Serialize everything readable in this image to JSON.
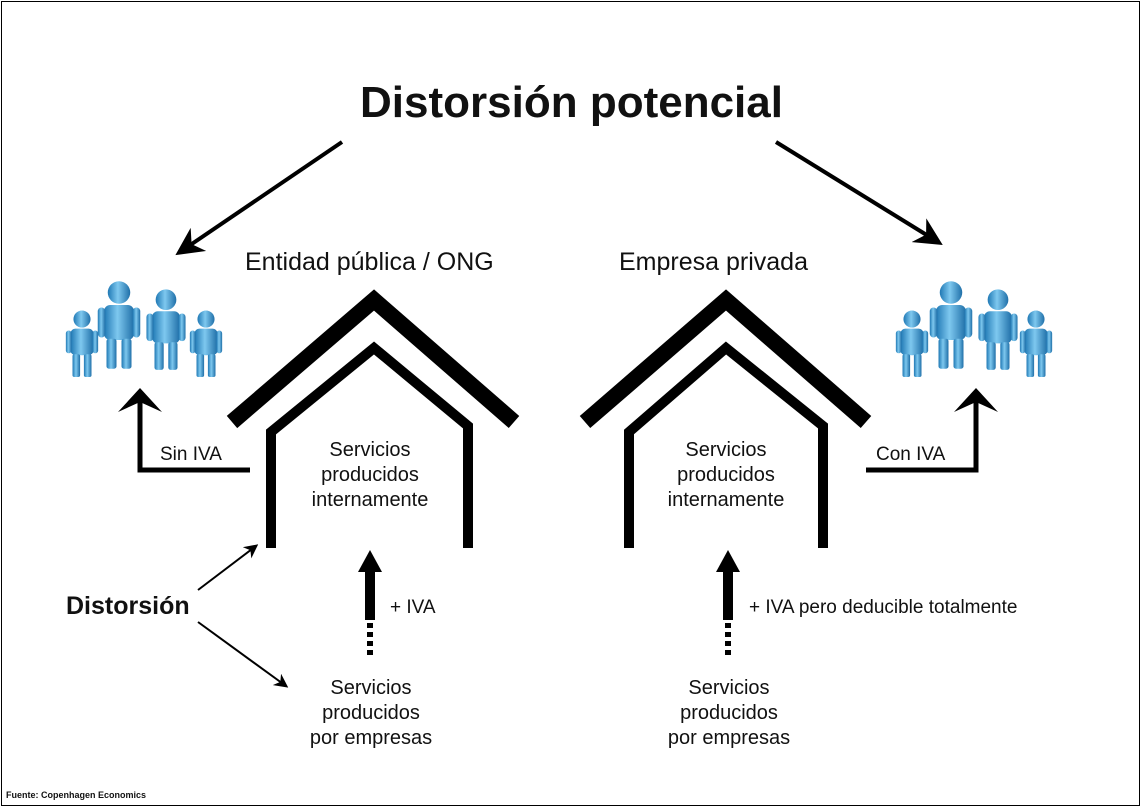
{
  "title": "Distorsión potencial",
  "public_entity": {
    "heading": "Entidad pública / ONG",
    "house_text": [
      "Servicios",
      "producidos",
      "internamente"
    ],
    "output_label": "Sin IVA",
    "input_label": "+ IVA",
    "supplier_text": [
      "Servicios",
      "producidos",
      "por empresas"
    ]
  },
  "private_company": {
    "heading": "Empresa privada",
    "house_text": [
      "Servicios",
      "producidos",
      "internamente"
    ],
    "output_label": "Con IVA",
    "input_label": "+ IVA pero deducible totalmente",
    "supplier_text": [
      "Servicios",
      "producidos",
      "por empresas"
    ]
  },
  "distortion_label": "Distorsión",
  "source": "Fuente: Copenhagen Economics",
  "colors": {
    "people": "#2a8fc8",
    "people_light": "#7ec8ef",
    "lines": "#000000"
  },
  "icons": [
    "people-group-icon",
    "house-icon",
    "arrow-icon"
  ]
}
